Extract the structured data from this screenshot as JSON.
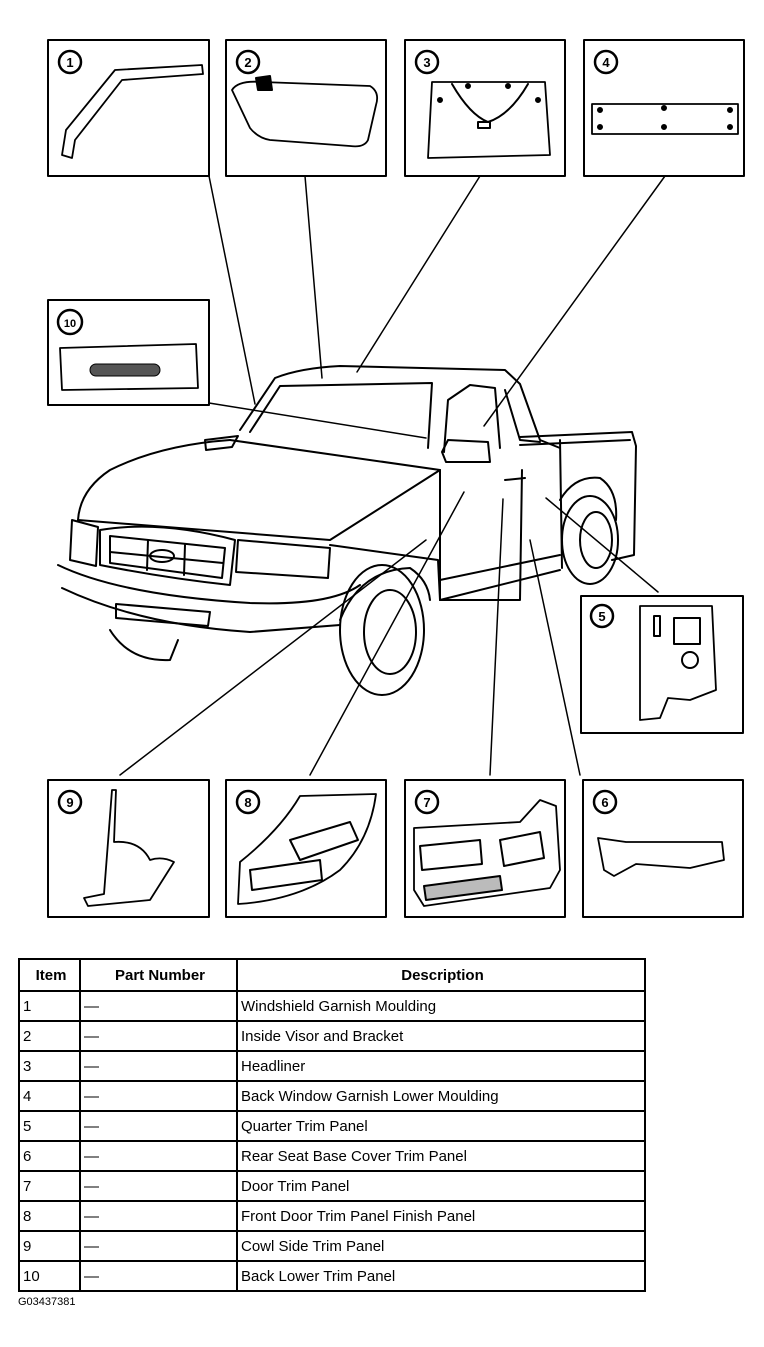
{
  "callouts": [
    "1",
    "2",
    "3",
    "4",
    "5",
    "6",
    "7",
    "8",
    "9",
    "10"
  ],
  "table": {
    "headers": {
      "item": "Item",
      "part_number": "Part Number",
      "description": "Description"
    },
    "rows": [
      {
        "item": "1",
        "part_number": "—",
        "description": "Windshield Garnish Moulding"
      },
      {
        "item": "2",
        "part_number": "—",
        "description": "Inside Visor and Bracket"
      },
      {
        "item": "3",
        "part_number": "—",
        "description": "Headliner"
      },
      {
        "item": "4",
        "part_number": "—",
        "description": "Back Window Garnish Lower Moulding"
      },
      {
        "item": "5",
        "part_number": "—",
        "description": "Quarter Trim Panel"
      },
      {
        "item": "6",
        "part_number": "—",
        "description": "Rear Seat Base Cover Trim Panel"
      },
      {
        "item": "7",
        "part_number": "—",
        "description": "Door Trim Panel"
      },
      {
        "item": "8",
        "part_number": "—",
        "description": "Front Door Trim Panel Finish Panel"
      },
      {
        "item": "9",
        "part_number": "—",
        "description": "Cowl Side Trim Panel"
      },
      {
        "item": "10",
        "part_number": "—",
        "description": "Back Lower Trim Panel"
      }
    ]
  },
  "figure_code": "G03437381"
}
